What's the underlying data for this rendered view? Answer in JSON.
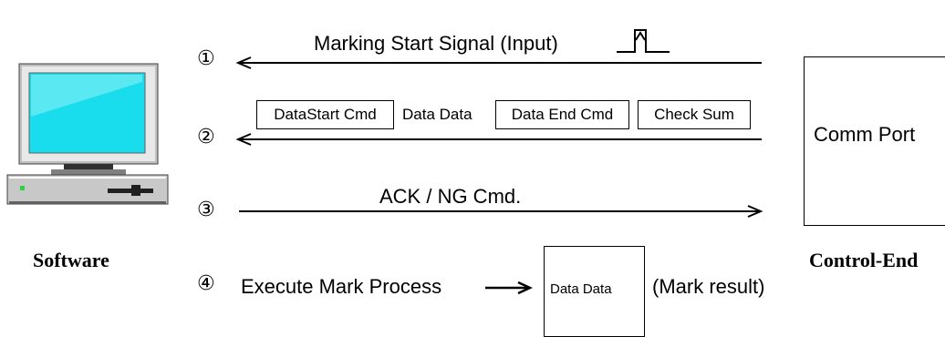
{
  "steps": {
    "s1": "①",
    "s2": "②",
    "s3": "③",
    "s4": "④"
  },
  "signal": {
    "label": "Marking Start Signal (Input)"
  },
  "packet": {
    "fields": [
      "DataStart Cmd",
      "Data Data",
      "Data End Cmd",
      "Check Sum"
    ]
  },
  "ack": {
    "label": "ACK / NG Cmd."
  },
  "process": {
    "label": "Execute Mark Process",
    "data_box": "Data Data",
    "result": "(Mark result)"
  },
  "software": {
    "label": "Software",
    "icon": "desktop-computer-icon"
  },
  "control_end": {
    "label": "Control-End",
    "port": "Comm Port"
  },
  "colors": {
    "screen": "#19dcec",
    "case": "#c0c0c0",
    "line": "#000000"
  }
}
